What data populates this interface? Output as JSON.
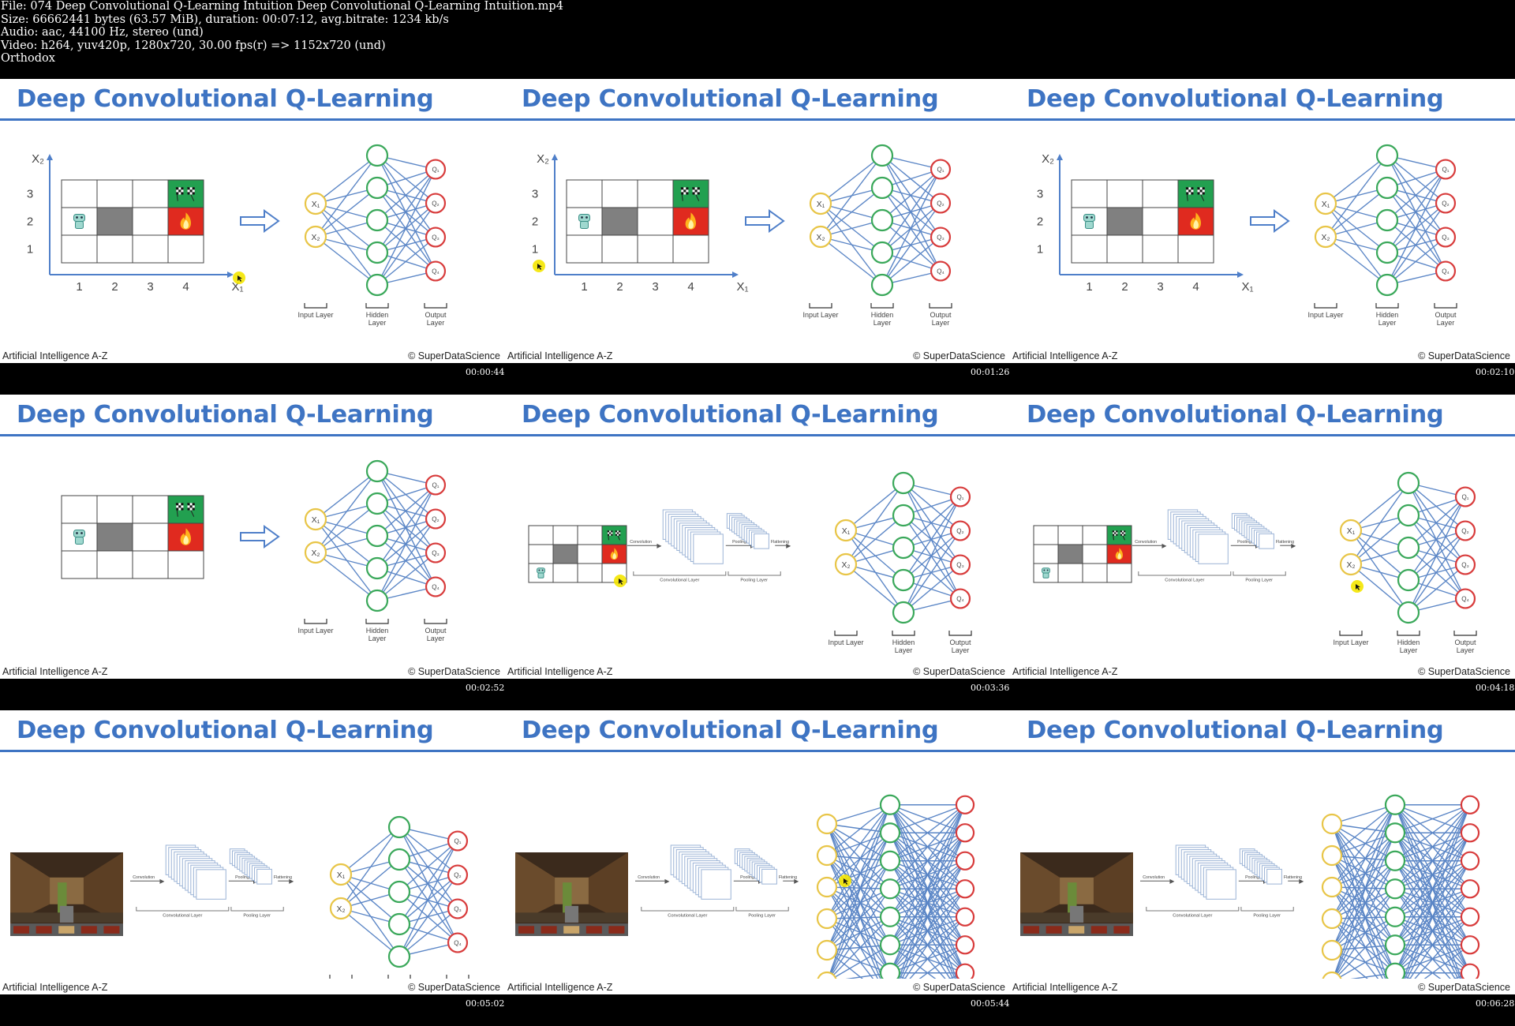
{
  "header": {
    "lines": [
      "File: 074 Deep Convolutional Q-Learning Intuition Deep Convolutional Q-Learning Intuition.mp4",
      "Size: 66662441 bytes (63.57 MiB), duration: 00:07:12, avg.bitrate: 1234 kb/s",
      "Audio: aac, 44100 Hz, stereo (und)",
      "Video: h264, yuv420p, 1280x720, 30.00 fps(r) => 1152x720 (und)",
      "Orthodox"
    ]
  },
  "slide_common": {
    "title": "Deep Convolutional Q-Learning",
    "footer_left": "Artificial Intelligence A-Z",
    "footer_right": "© SuperDataScience",
    "axis_x": "X₁",
    "axis_y": "X₂",
    "x_ticks": [
      "1",
      "2",
      "3",
      "4"
    ],
    "y_ticks": [
      "3",
      "2",
      "1"
    ],
    "input_nodes": [
      "X₁",
      "X₂"
    ],
    "output_nodes": [
      "Q₁",
      "Q₂",
      "Q₃",
      "Q₄"
    ],
    "input_layer": "Input Layer",
    "hidden_layer": "Hidden Layer",
    "output_layer": "Output Layer",
    "conv_small": "Convolution",
    "pool_small": "Pooling",
    "flat_small": "Flattening",
    "conv_layer": "Convolutional Layer",
    "pool_layer": "Pooling Layer"
  },
  "frames": [
    {
      "timestamp": "00:00:44",
      "variant": "grid-axes"
    },
    {
      "timestamp": "00:01:26",
      "variant": "grid-axes"
    },
    {
      "timestamp": "00:02:10",
      "variant": "grid-axes"
    },
    {
      "timestamp": "00:02:52",
      "variant": "grid-plain"
    },
    {
      "timestamp": "00:03:36",
      "variant": "grid-cnn"
    },
    {
      "timestamp": "00:04:18",
      "variant": "grid-cnn"
    },
    {
      "timestamp": "00:05:02",
      "variant": "game-cnn"
    },
    {
      "timestamp": "00:05:44",
      "variant": "game-big"
    },
    {
      "timestamp": "00:06:28",
      "variant": "game-big"
    }
  ],
  "colors": {
    "title_blue": "#3e74c3",
    "edge_blue": "#5b86c6",
    "input_node": "#e8c547",
    "hidden_node": "#3aa85a",
    "output_node": "#d83b3b",
    "goal_green": "#22a050",
    "fire_red": "#e02a1f",
    "wall_gray": "#808080"
  },
  "icons": [
    "robot-icon",
    "checkered-flag-icon",
    "fire-icon",
    "right-arrow-icon",
    "cursor-icon"
  ]
}
